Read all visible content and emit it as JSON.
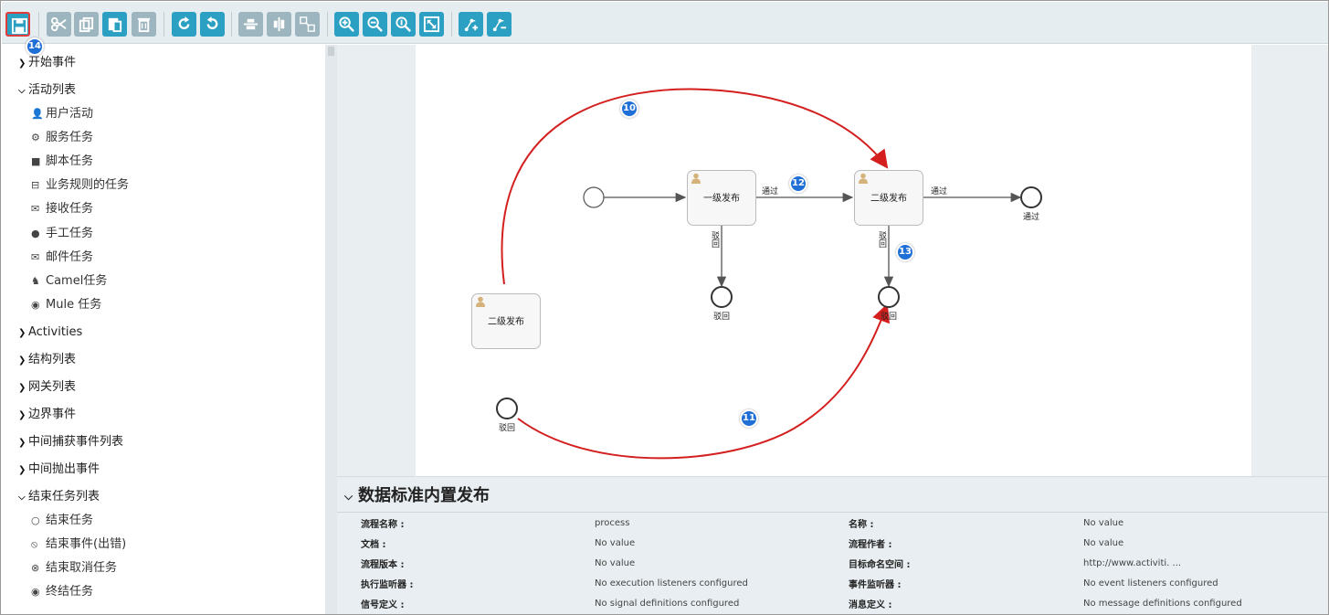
{
  "toolbar": {
    "badge": "14"
  },
  "sidebar": {
    "groups": [
      {
        "label": "开始事件",
        "expanded": false
      },
      {
        "label": "活动列表",
        "expanded": true
      },
      {
        "label": "Activities",
        "expanded": false
      },
      {
        "label": "结构列表",
        "expanded": false
      },
      {
        "label": "网关列表",
        "expanded": false
      },
      {
        "label": "边界事件",
        "expanded": false
      },
      {
        "label": "中间捕获事件列表",
        "expanded": false
      },
      {
        "label": "中间抛出事件",
        "expanded": false
      },
      {
        "label": "结束任务列表",
        "expanded": true
      }
    ],
    "activities": [
      {
        "label": "用户活动",
        "icon": "user-icon"
      },
      {
        "label": "服务任务",
        "icon": "gear-icon"
      },
      {
        "label": "脚本任务",
        "icon": "script-icon"
      },
      {
        "label": "业务规则的任务",
        "icon": "table-icon"
      },
      {
        "label": "接收任务",
        "icon": "envelope-open-icon"
      },
      {
        "label": "手工任务",
        "icon": "hand-icon"
      },
      {
        "label": "邮件任务",
        "icon": "envelope-icon"
      },
      {
        "label": "Camel任务",
        "icon": "camel-icon"
      },
      {
        "label": "Mule 任务",
        "icon": "mule-icon"
      }
    ],
    "end_tasks": [
      {
        "label": "结束任务",
        "icon": "end-circle-icon"
      },
      {
        "label": "结束事件(出错)",
        "icon": "error-end-icon"
      },
      {
        "label": "结束取消任务",
        "icon": "cancel-end-icon"
      },
      {
        "label": "终结任务",
        "icon": "terminate-end-icon"
      }
    ]
  },
  "diagram": {
    "task_1": "一级发布",
    "task_2": "二级发布",
    "task_3": "二级发布",
    "flow_pass_1": "通过",
    "flow_pass_2": "通过",
    "end_pass": "通过",
    "flow_reject_1": "驳回",
    "flow_reject_2": "驳回",
    "end_reject_1": "驳回",
    "end_reject_2": "驳回",
    "end_reject_3": "驳回",
    "badges": [
      "10",
      "11",
      "12",
      "13"
    ],
    "highlight_color": "#d41f1f"
  },
  "properties": {
    "title": "数据标准内置发布",
    "rows": [
      {
        "label": "流程名称 :",
        "value": "process"
      },
      {
        "label": "文档 :",
        "value": "No value"
      },
      {
        "label": "流程版本 :",
        "value": "No value"
      },
      {
        "label": "执行监听器 :",
        "value": "No execution listeners configured"
      },
      {
        "label": "信号定义 :",
        "value": "No signal definitions configured"
      }
    ],
    "rows_right": [
      {
        "label": "名称 :",
        "value": "No value"
      },
      {
        "label": "流程作者 :",
        "value": "No value"
      },
      {
        "label": "目标命名空间 :",
        "value": "http://www.activiti. ..."
      },
      {
        "label": "事件监听器 :",
        "value": "No event listeners configured"
      },
      {
        "label": "消息定义 :",
        "value": "No message definitions configured"
      }
    ]
  }
}
